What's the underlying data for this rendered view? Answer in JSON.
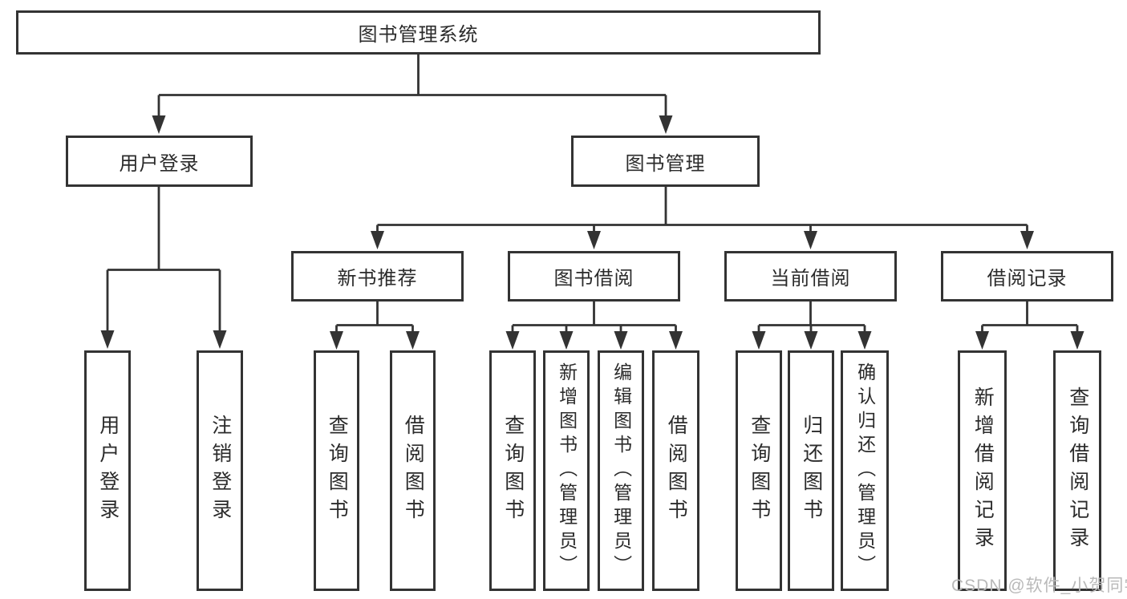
{
  "nodes": {
    "root": "图书管理系统",
    "level2": {
      "user_login": "用户登录",
      "book_mgmt": "图书管理"
    },
    "level3": {
      "new_book": "新书推荐",
      "book_borrow": "图书借阅",
      "current_borrow": "当前借阅",
      "borrow_record": "借阅记录"
    },
    "leaves": {
      "user_login": [
        "用户登录",
        "注销登录"
      ],
      "new_book": [
        "查询图书",
        "借阅图书"
      ],
      "book_borrow": [
        "查询图书",
        "新增图书（管理员）",
        "编辑图书（管理员）",
        "借阅图书"
      ],
      "current_borrow": [
        "查询图书",
        "归还图书",
        "确认归还（管理员）"
      ],
      "borrow_record": [
        "新增借阅记录",
        "查询借阅记录"
      ]
    }
  },
  "watermark": "CSDN @软件_小贺同学",
  "colors": {
    "line": "#333333",
    "text": "#2b2b2b",
    "watermark": "#b9b9b9",
    "background": "#ffffff"
  }
}
